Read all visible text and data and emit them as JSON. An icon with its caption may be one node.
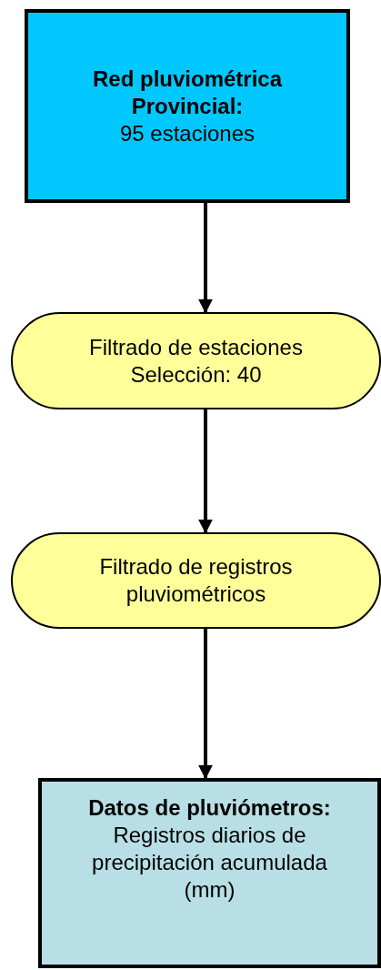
{
  "diagram": {
    "nodes": [
      {
        "text": [
          "Red pluviométrica Provincial:",
          "95 estaciones"
        ]
      },
      {
        "text": [
          "Filtrado de estaciones",
          "Selección: 40"
        ]
      },
      {
        "text": [
          "Filtrado de registros pluviométricos"
        ]
      },
      {
        "text": [
          "Datos de pluviómetros:",
          "Registros diarios de precipitación acumulada (mm)"
        ]
      }
    ],
    "edges": [
      {
        "from": 0,
        "to": 1,
        "arrow": "to"
      },
      {
        "from": 1,
        "to": 2,
        "arrow": "to"
      },
      {
        "from": 2,
        "to": 3,
        "arrow": "to"
      }
    ]
  }
}
